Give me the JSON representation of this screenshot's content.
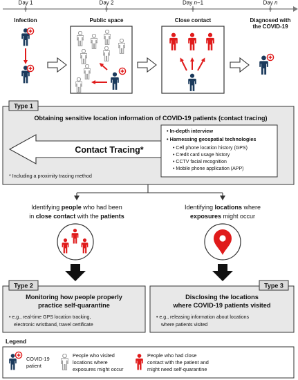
{
  "timeline": {
    "days": [
      {
        "label_prefix": "Day ",
        "label_num": "1",
        "label_suffix": "",
        "title": "Infection"
      },
      {
        "label_prefix": "Day ",
        "label_num": "2",
        "label_suffix": "",
        "title": "Public space"
      },
      {
        "label_prefix": "Day ",
        "label_num": "n",
        "label_suffix": "−1",
        "title": "Close contact"
      },
      {
        "label_prefix": "Day ",
        "label_num": "n",
        "label_suffix": "",
        "title_line1": "Diagnosed with",
        "title_line2": "the COVID-19"
      }
    ]
  },
  "type1": {
    "badge": "Type 1",
    "title": "Obtaining sensitive location information of COVID-19 patients (contact tracing)",
    "arrow_label": "Contact Tracing*",
    "methods": {
      "item1": "In-depth interview",
      "item2": "Harnessing geospatial technologies",
      "subitems": [
        "Cell phone location history (GPS)",
        "Credit card usage history",
        "CCTV facial recognition",
        "Mobile phone application (APP)"
      ]
    },
    "footnote": "* Including a proximity tracing method"
  },
  "branch_left": {
    "line1_a": "Identifying ",
    "line1_b": "people",
    "line1_c": " who had been",
    "line2_a": "in ",
    "line2_b": "close contact",
    "line2_c": " with the ",
    "line2_d": "patients"
  },
  "branch_right": {
    "line1_a": "Identifying ",
    "line1_b": "locations",
    "line1_c": " where",
    "line2_a": "exposures",
    "line2_b": " might occur"
  },
  "type2": {
    "badge": "Type 2",
    "title_line1": "Monitoring how people properly",
    "title_line2": "practice self-quarantine",
    "example_line1": "e.g., real-time GPS location tracking,",
    "example_line2": "electronic wristband, travel certificate"
  },
  "type3": {
    "badge": "Type 3",
    "title_line1": "Disclosing the locations",
    "title_line2": "where COVID-19 patients visited",
    "example_line1": "e.g., releasing information about locations",
    "example_line2": "where patients visited"
  },
  "legend": {
    "title": "Legend",
    "patient_line1": "COVID-19",
    "patient_line2": "patient",
    "visitor_line1": "People who visited",
    "visitor_line2": "locations where",
    "visitor_line3": "exposures might occur",
    "contact_line1": "People who had close",
    "contact_line2": "contact with the patient and",
    "contact_line3": "might need self-quarantine"
  },
  "colors": {
    "patient": "#1b3a5c",
    "contact": "#e01b1b",
    "visitor_outline": "#9a9a9a",
    "panel_bg": "#e8e8e8",
    "badge_bg": "#dcdcdc"
  }
}
